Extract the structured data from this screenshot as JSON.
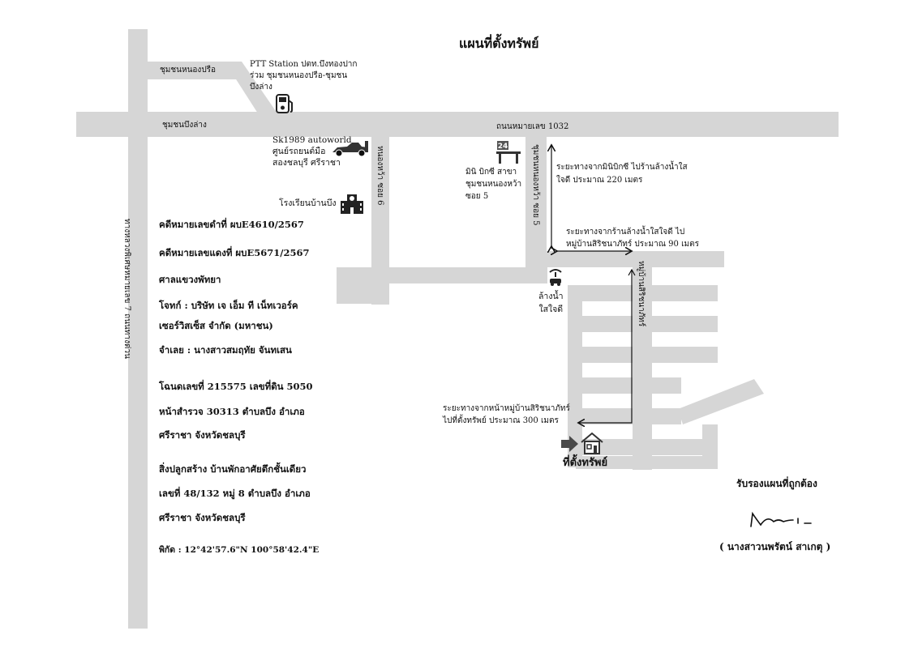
{
  "title": "แผนที่ตั้งทรัพย์",
  "roads": {
    "nong_pla_lai": "ชุมชนหนองปรือ",
    "bueng_lang": "ชุมชนบึงล่าง",
    "highway_1032": "ถนนหมายเลข 1032",
    "highway_7": "ทางหลวงพิเศษหมายเลข 7 ถนนทางด่วน",
    "soi_6": "หนองหว้า ซอย 6",
    "soi_5": "ชุมชนหนองหว้า ซอย 5",
    "village_road": "หมู่บ้านสิริชนาภัทร์"
  },
  "landmarks": {
    "ptt": [
      "PTT Station ปตท.บึงทองปาก",
      "ร่วม ชุมชนหนองปรือ-ชุมชน",
      "บึงล่าง"
    ],
    "autoworld": [
      "Sk1989 autoworld",
      "ศูนย์รถยนต์มือ",
      "สองชลบุรี ศรีราชา"
    ],
    "school": "โรงเรียนบ้านบึง",
    "minibigc": [
      "มินิ บิกซี สาขา",
      "ชุมชนหนองหว้า",
      "ซอย 5"
    ],
    "carwash": [
      "ล้างน้ำ",
      "ใสใจดี"
    ],
    "property": "ที่ตั้งทรัพย์",
    "convenience_icon": "24"
  },
  "distances": {
    "d1": [
      "ระยะทางจากมินิบิกซี ไปร้านล้างน้ำใส",
      "ใจดี ประมาณ 220 เมตร"
    ],
    "d2": [
      "ระยะทางจากร้านล้างน้ำใสใจดี ไป",
      "หมู่บ้านสิริชนาภัทร์ ประมาณ 90 เมตร"
    ],
    "d3": [
      "ระยะทางจากหน้าหมู่บ้านสิริชนาภัทร์",
      "ไปที่ตั้งทรัพย์ ประมาณ 300 เมตร"
    ]
  },
  "case_info": [
    "คดีหมายเลขดำที่ ผบE4610/2567",
    "คดีหมายเลขแดงที่ ผบE5671/2567",
    "ศาลแขวงพัทยา",
    "โจทก์ : บริษัท เจ เอ็ม ที เน็ทเวอร์ค",
    "เซอร์วิสเซ็ส จำกัด (มหาชน)",
    "จำเลย : นางสาวสมฤทัย จันทเสน",
    "โฉนดเลขที่  215575  เลขที่ดิน  5050",
    "หน้าสำรวจ  30313  ตำบลบึง  อำเภอ",
    "ศรีราชา จังหวัดชลบุรี",
    "สิ่งปลูกสร้าง บ้านพักอาศัยตึกชั้นเดียว",
    "เลขที่  48/132 หมู่ 8  ตำบลบึง  อำเภอ",
    "ศรีราชา จังหวัดชลบุรี",
    "พิกัด : 12°42'57.6\"N 100°58'42.4\"E"
  ],
  "certification": {
    "label": "รับรองแผนที่ถูกต้อง",
    "signer": "( นางสาวนพรัตน์ สาเกตุ )"
  },
  "colors": {
    "road": "#d6d6d6",
    "ink": "#111111",
    "property_arrow": "#4a4a4a"
  }
}
